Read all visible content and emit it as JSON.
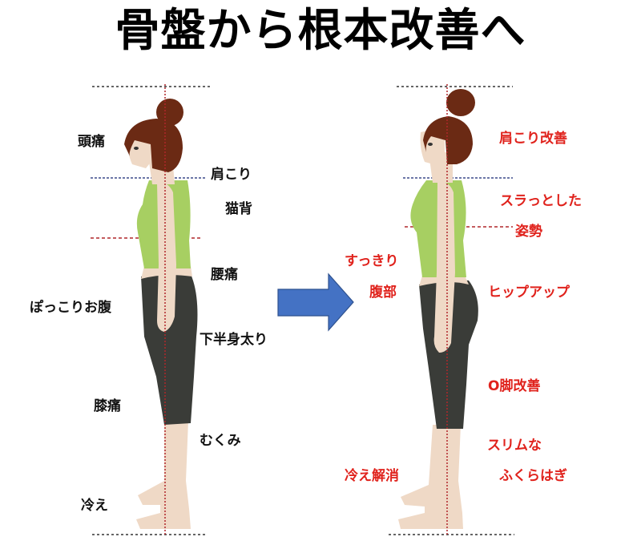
{
  "title": "骨盤から根本改善へ",
  "colors": {
    "hair": "#6b2a14",
    "skin": "#efd9c6",
    "top": "#a7cf62",
    "pants": "#3a3c38",
    "arrow": "#4472c4",
    "arrow_border": "#2f528f",
    "label_before": "#111111",
    "label_after": "#e0221c",
    "guide_red": "#b0262a",
    "guide_blue": "#3b4a8a"
  },
  "before": {
    "labels": [
      {
        "text": "頭痛"
      },
      {
        "text": "肩こり"
      },
      {
        "text": "猫背"
      },
      {
        "text": "腰痛"
      },
      {
        "text": "ぽっこりお腹"
      },
      {
        "text": "下半身太り"
      },
      {
        "text": "膝痛"
      },
      {
        "text": "むくみ"
      },
      {
        "text": "冷え"
      }
    ]
  },
  "after": {
    "labels": [
      {
        "text": "肩こり改善"
      },
      {
        "text": "スラっとした"
      },
      {
        "text": "姿勢"
      },
      {
        "text": "すっきり"
      },
      {
        "text": "腹部"
      },
      {
        "text": "ヒップアップ"
      },
      {
        "text": "O脚改善"
      },
      {
        "text": "スリムな"
      },
      {
        "text": "ふくらはぎ"
      },
      {
        "text": "冷え解消"
      }
    ]
  },
  "arrow": {
    "icon": "right-arrow-icon",
    "direction": "right"
  }
}
